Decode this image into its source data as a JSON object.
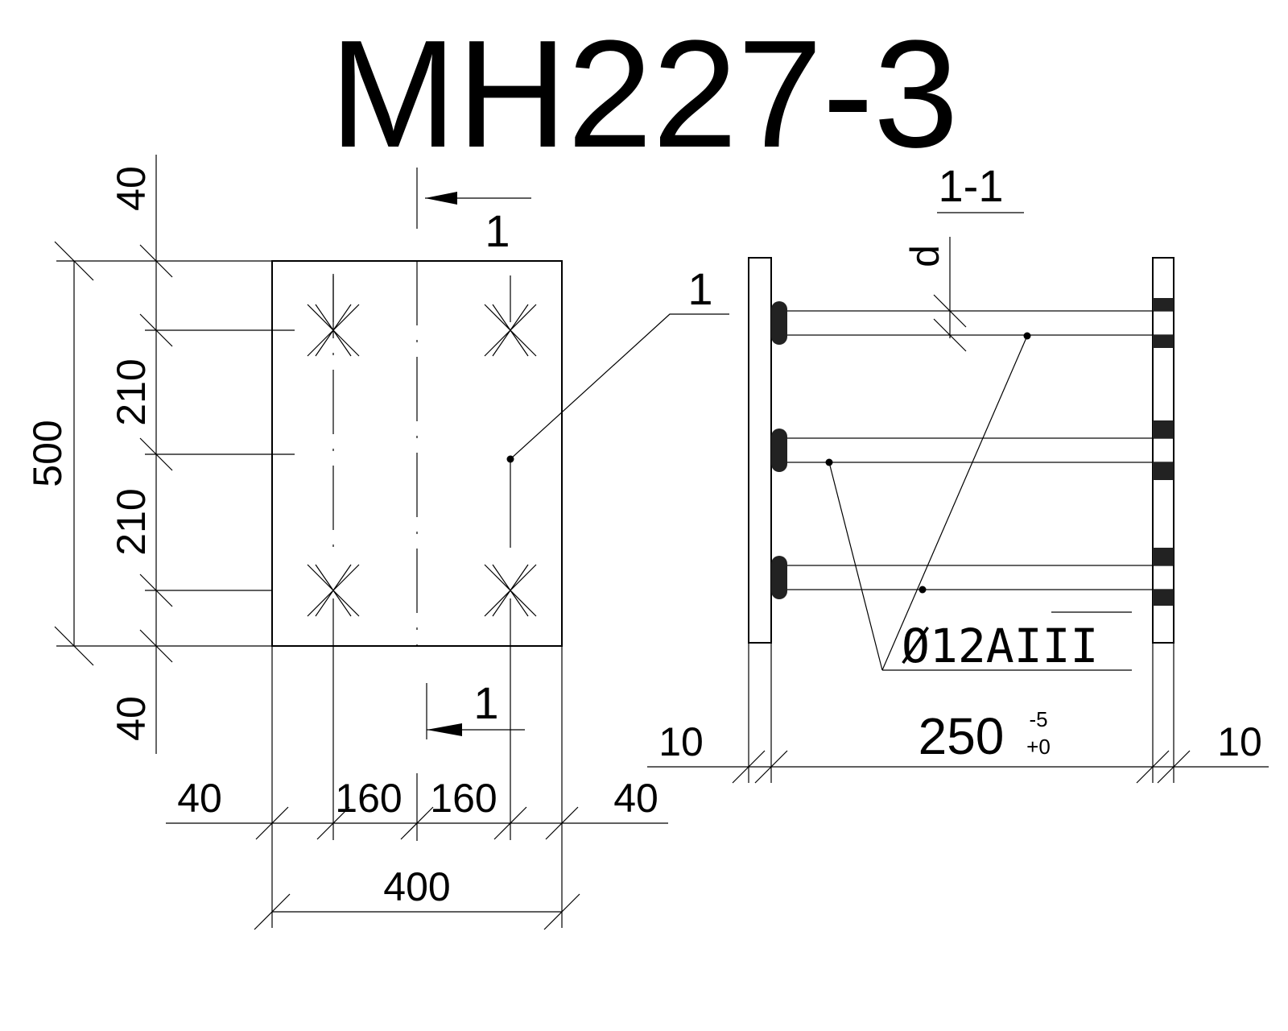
{
  "title": "MH227-3",
  "plan": {
    "dim_top": "40",
    "dim_left_1": "210",
    "dim_left_2": "210",
    "dim_total_height": "500",
    "dim_bottom": "40",
    "dim_bottom_left": "40",
    "dim_bottom_mid_1": "160",
    "dim_bottom_mid_2": "160",
    "dim_bottom_right": "40",
    "dim_total_width": "400",
    "section_mark_top": "1",
    "section_mark_bottom": "1",
    "callout_label": "1"
  },
  "section": {
    "title": "1-1",
    "dim_d": "d",
    "dim_left": "10",
    "dim_length": "250",
    "tol_upper": "-5",
    "tol_lower": "+0",
    "dim_right": "10",
    "bar_prefix": "Ø12A",
    "bar_grade": "III"
  }
}
